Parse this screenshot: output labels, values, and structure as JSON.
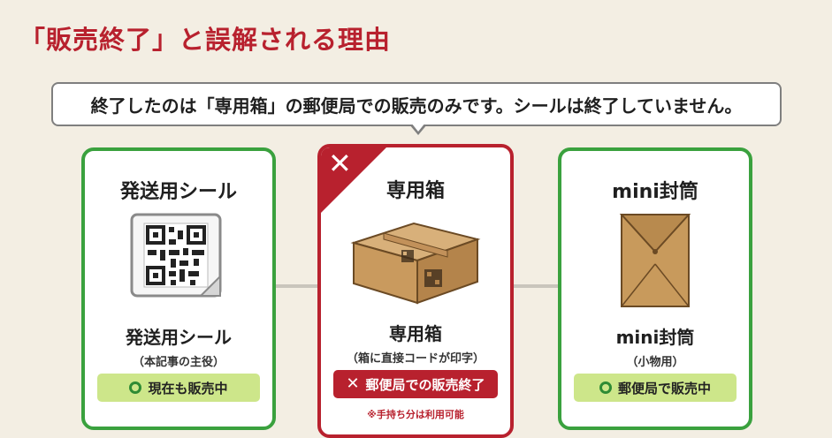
{
  "title": "「販売終了」と誤解される理由",
  "callout": "終了したのは「専用箱」の郵便局での販売のみです。シールは終了していません。",
  "cards": [
    {
      "title": "発送用シール",
      "subtitle": "発送用シール",
      "note": "（本記事の主役）",
      "badge": "現在も販売中",
      "badge_color": "#cde68a",
      "border_color": "#3aa13e",
      "icon": "qr-sticker-icon"
    },
    {
      "title": "専用箱",
      "subtitle": "専用箱",
      "note": "（箱に直接コードが印字）",
      "badge": "郵便局での販売終了",
      "badge_color": "#b8212e",
      "border_color": "#b8212e",
      "footnote": "※手持ち分は利用可能",
      "corner_mark": "✕",
      "badge_mark": "✕",
      "icon": "cardboard-box-icon"
    },
    {
      "title": "mini封筒",
      "subtitle": "mini封筒",
      "note": "（小物用）",
      "badge": "郵便局で販売中",
      "badge_color": "#cde68a",
      "border_color": "#3aa13e",
      "icon": "envelope-icon"
    }
  ]
}
